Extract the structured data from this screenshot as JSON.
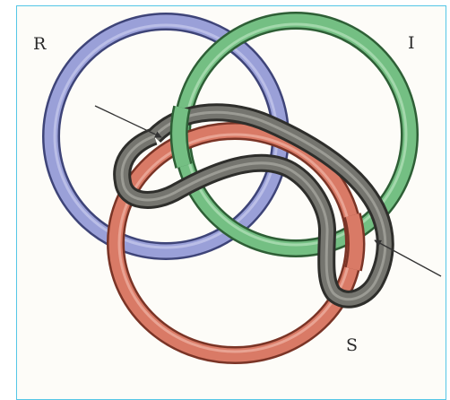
{
  "labels": {
    "r": "R",
    "i": "I",
    "s": "S"
  },
  "colors": {
    "ring_r": "#9aa0d8",
    "ring_i": "#74bf83",
    "ring_s": "#d97a66",
    "strand": "#75756f",
    "frame": "#54c6e6"
  }
}
